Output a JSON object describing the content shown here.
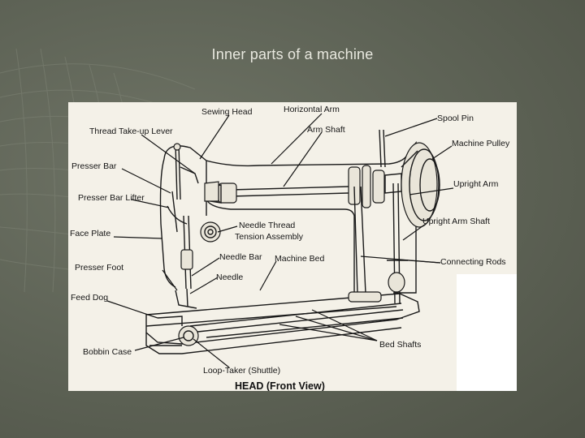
{
  "slide": {
    "title": "Inner parts of a machine"
  },
  "diagram": {
    "caption": "HEAD (Front View)",
    "labels": {
      "sewing_head": "Sewing Head",
      "horizontal_arm": "Horizontal Arm",
      "spool_pin": "Spool Pin",
      "thread_take_up_lever": "Thread Take-up Lever",
      "arm_shaft": "Arm Shaft",
      "machine_pulley": "Machine Pulley",
      "presser_bar": "Presser Bar",
      "upright_arm": "Upright Arm",
      "presser_bar_lifter": "Presser Bar Lifter",
      "needle_thread_tension_assembly_1": "Needle Thread",
      "needle_thread_tension_assembly_2": "Tension Assembly",
      "upright_arm_shaft": "Upright Arm Shaft",
      "face_plate": "Face Plate",
      "needle_bar": "Needle Bar",
      "machine_bed": "Machine Bed",
      "connecting_rods": "Connecting Rods",
      "presser_foot": "Presser Foot",
      "needle": "Needle",
      "feed_dog": "Feed Dog",
      "bed_shafts": "Bed Shafts",
      "bobbin_case": "Bobbin Case",
      "loop_taker": "Loop-Taker (Shuttle)"
    }
  }
}
